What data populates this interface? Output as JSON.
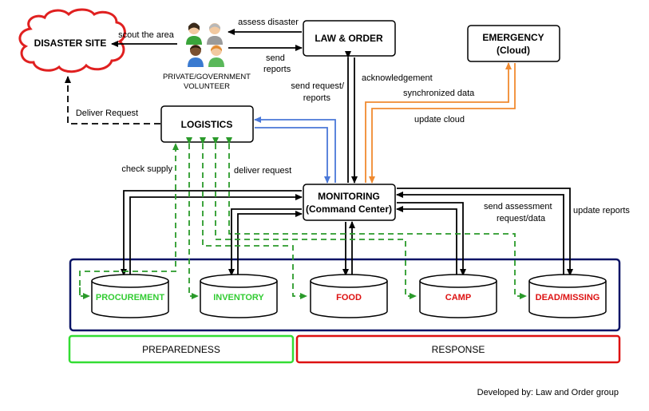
{
  "nodes": {
    "disaster_site": "DISASTER SITE",
    "volunteer_line1": "PRIVATE/GOVERNMENT",
    "volunteer_line2": "VOLUNTEER",
    "law_order": "LAW & ORDER",
    "emergency_line1": "EMERGENCY",
    "emergency_line2": "(Cloud)",
    "logistics": "LOGISTICS",
    "monitoring_line1": "MONITORING",
    "monitoring_line2": "(Command Center)"
  },
  "databases": [
    {
      "label": "PROCUREMENT",
      "phase": "preparedness"
    },
    {
      "label": "INVENTORY",
      "phase": "preparedness"
    },
    {
      "label": "FOOD",
      "phase": "response"
    },
    {
      "label": "CAMP",
      "phase": "response"
    },
    {
      "label": "DEAD/MISSING",
      "phase": "response"
    }
  ],
  "edges": {
    "scout_the_area": "scout the area",
    "assess_disaster": "assess disaster",
    "send_reports_1": "send",
    "send_reports_2": "reports",
    "deliver_request_top": "Deliver Request",
    "send_request_1": "send request/",
    "send_request_2": "reports",
    "acknowledgement": "acknowledgement",
    "synchronized_data": "synchronized data",
    "update_cloud": "update cloud",
    "check_supply": "check supply",
    "deliver_request": "deliver request",
    "send_assessment_1": "send assessment",
    "send_assessment_2": "request/data",
    "update_reports": "update reports"
  },
  "phases": {
    "preparedness": "PREPAREDNESS",
    "response": "RESPONSE"
  },
  "footer": "Developed by: Law and Order group",
  "colors": {
    "green": "#33cc33",
    "red": "#dd1111",
    "navy": "#0a1466",
    "blue": "#4a78d8",
    "orange": "#f08a30",
    "cloud_red": "#e02020"
  }
}
